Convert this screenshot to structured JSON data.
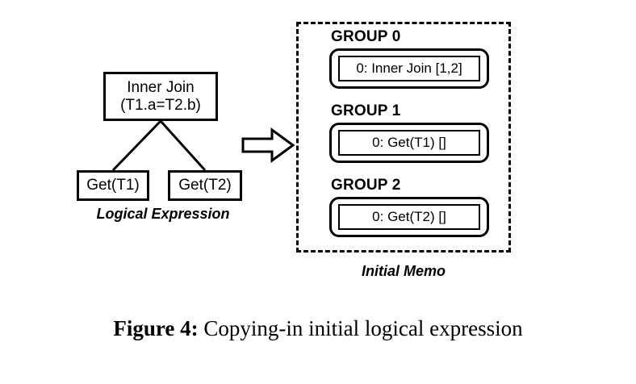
{
  "figure": {
    "caption_label": "Figure 4:",
    "caption_text": "Copying-in initial logical expression"
  },
  "logical_expression": {
    "sublabel": "Logical Expression",
    "root": {
      "line1": "Inner Join",
      "line2": "(T1.a=T2.b)"
    },
    "children": [
      {
        "label": "Get(T1)"
      },
      {
        "label": "Get(T2)"
      }
    ]
  },
  "transform_arrow": {
    "icon": "right-block-arrow-icon"
  },
  "memo": {
    "sublabel": "Initial Memo",
    "groups": [
      {
        "title": "GROUP 0",
        "expressions": [
          {
            "text": "0: Inner Join [1,2]"
          }
        ]
      },
      {
        "title": "GROUP 1",
        "expressions": [
          {
            "text": "0: Get(T1) []"
          }
        ]
      },
      {
        "title": "GROUP 2",
        "expressions": [
          {
            "text": "0: Get(T2) []"
          }
        ]
      }
    ]
  },
  "colors": {
    "ink": "#000000",
    "background": "#ffffff"
  }
}
